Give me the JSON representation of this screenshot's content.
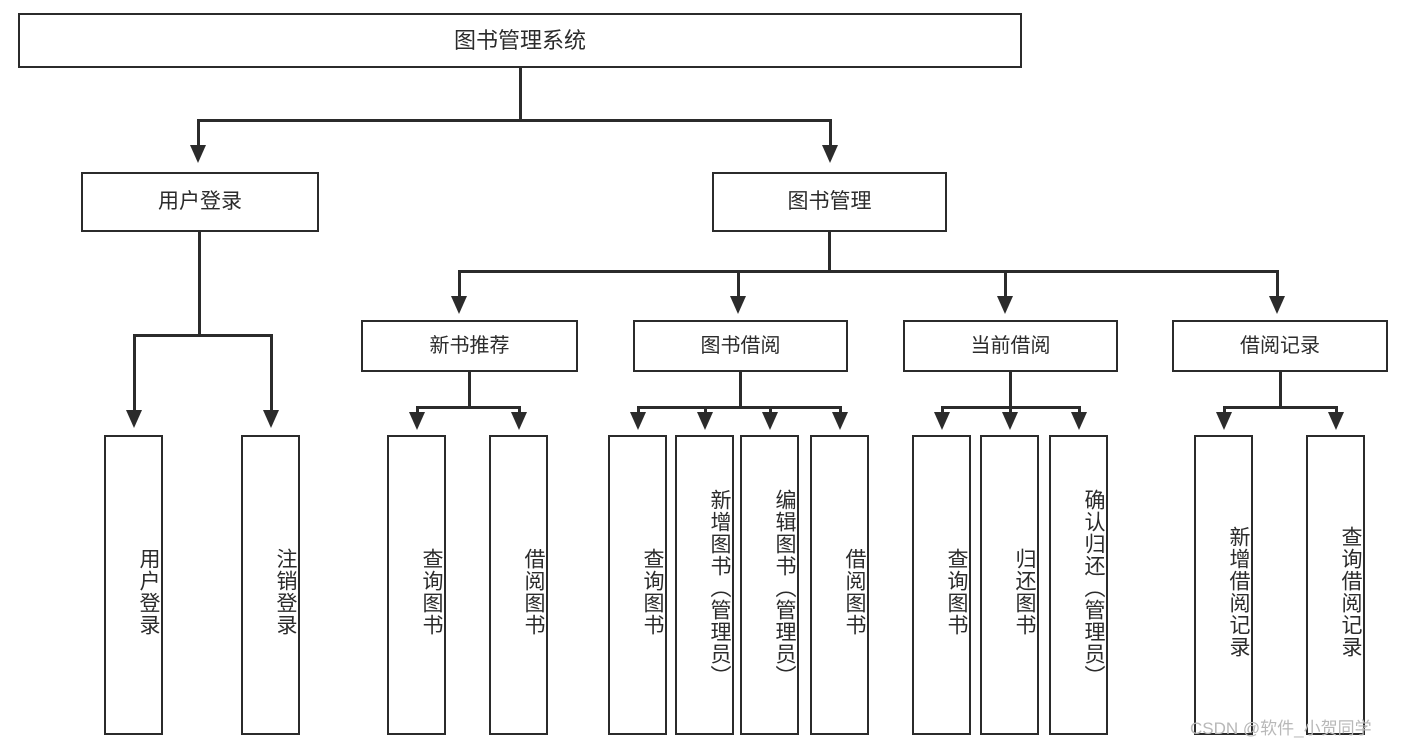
{
  "diagram": {
    "title": "图书管理系统",
    "type": "tree-hierarchy-diagram",
    "root": {
      "label": "图书管理系统"
    },
    "level1": [
      {
        "label": "用户登录"
      },
      {
        "label": "图书管理"
      }
    ],
    "level2": [
      {
        "label": "新书推荐"
      },
      {
        "label": "图书借阅"
      },
      {
        "label": "当前借阅"
      },
      {
        "label": "借阅记录"
      }
    ],
    "leaves": {
      "user_login": [
        {
          "label": "用户登录"
        },
        {
          "label": "注销登录"
        }
      ],
      "new_book_recommend": [
        {
          "label": "查询图书"
        },
        {
          "label": "借阅图书"
        }
      ],
      "book_borrow": [
        {
          "label": "查询图书"
        },
        {
          "label": "新增图书（管理员）"
        },
        {
          "label": "编辑图书（管理员）"
        },
        {
          "label": "借阅图书"
        }
      ],
      "current_borrow": [
        {
          "label": "查询图书"
        },
        {
          "label": "归还图书"
        },
        {
          "label": "确认归还（管理员）"
        }
      ],
      "borrow_record": [
        {
          "label": "新增借阅记录"
        },
        {
          "label": "查询借阅记录"
        }
      ]
    }
  },
  "watermark": {
    "text": "CSDN @软件_小贺同学"
  },
  "colors": {
    "stroke": "#2b2b2b",
    "background": "#ffffff",
    "watermark": "#b8b8b8"
  }
}
